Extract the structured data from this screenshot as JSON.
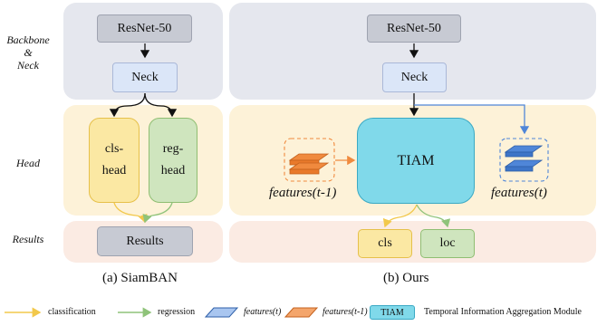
{
  "row_labels": {
    "backbone": [
      "Backbone",
      "&",
      "Neck"
    ],
    "head": "Head",
    "results": "Results"
  },
  "left": {
    "resnet": "ResNet-50",
    "neck": "Neck",
    "cls_head": "cls-\nhead",
    "reg_head": "reg-\nhead",
    "results": "Results",
    "caption": "(a) SiamBAN"
  },
  "right": {
    "resnet": "ResNet-50",
    "neck": "Neck",
    "tiam": "TIAM",
    "features_prev": "features(t-1)",
    "features_cur": "features(t)",
    "cls": "cls",
    "loc": "loc",
    "caption": "(b) Ours"
  },
  "legend": {
    "classification": "classification",
    "regression": "regression",
    "features_cur": "features(t)",
    "features_prev": "features(t-1)",
    "tiam": "TIAM",
    "tiam_desc": "Temporal Information Aggregation Module"
  },
  "colors": {
    "classification_arrow": "#f2c84b",
    "regression_arrow": "#8fc37a",
    "blue_feature": "#4f86d8",
    "orange_feature": "#f08a3e"
  }
}
